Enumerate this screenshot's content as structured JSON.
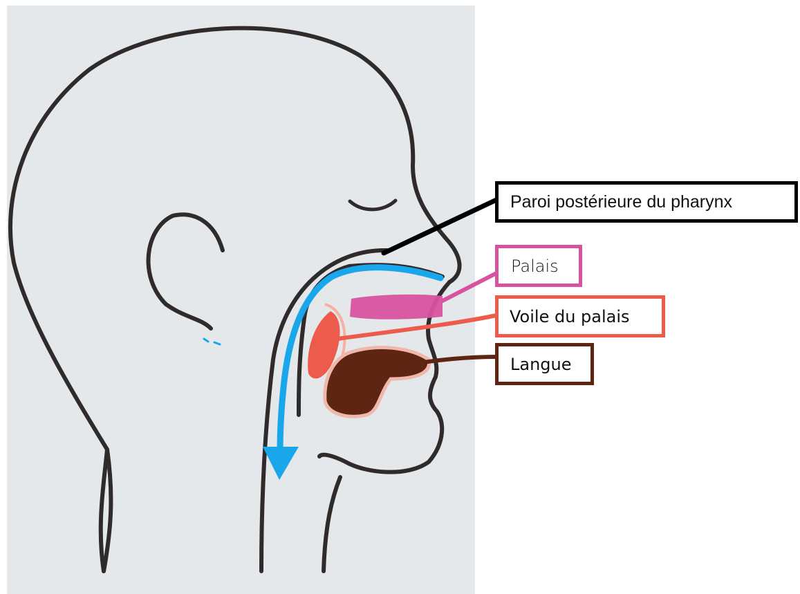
{
  "labels": {
    "pharynx": "Paroi postérieure du pharynx",
    "palais": "Palais",
    "voile": "Voile du palais",
    "langue": "Langue"
  },
  "colors": {
    "paper": "#e4e8eb",
    "outline": "#2f2b2b",
    "pharynx": "#000000",
    "palais": "#d8539f",
    "voile": "#ec5b4b",
    "langue": "#5e2512",
    "airflow": "#19a6ea"
  }
}
